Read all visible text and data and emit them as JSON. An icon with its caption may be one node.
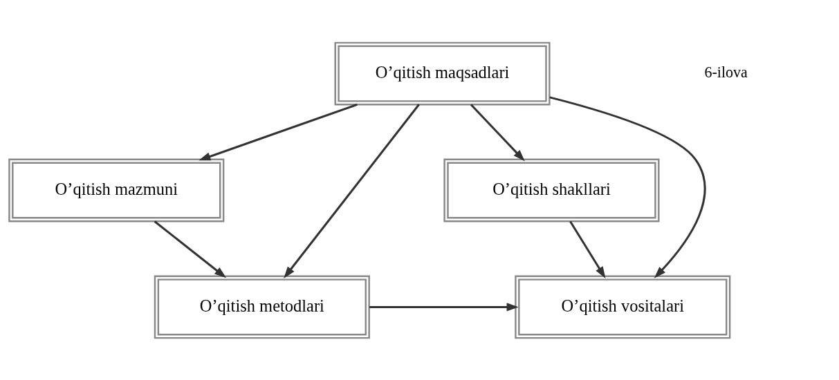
{
  "diagram": {
    "nodes": [
      {
        "text": [
          "O’qitish maqsadlari"
        ]
      },
      {
        "text": [
          "O’qitish mazmuni"
        ]
      },
      {
        "text": [
          "O’qitish shakllari"
        ]
      },
      {
        "text": [
          "O’qitish metodlari"
        ]
      },
      {
        "text": [
          "O’qitish vositalari"
        ]
      }
    ],
    "edges": [
      {
        "from": 0,
        "to": 1,
        "arrow": "to"
      },
      {
        "from": 0,
        "to": 3,
        "arrow": "to"
      },
      {
        "from": 0,
        "to": 4,
        "arrow": "to"
      },
      {
        "from": 0,
        "to": 2,
        "arrow": "to"
      },
      {
        "from": 1,
        "to": 3,
        "arrow": "to"
      },
      {
        "from": 2,
        "to": 4,
        "arrow": "to"
      },
      {
        "from": 3,
        "to": 4,
        "arrow": "to"
      }
    ],
    "labels": [
      "6-ilova"
    ]
  }
}
